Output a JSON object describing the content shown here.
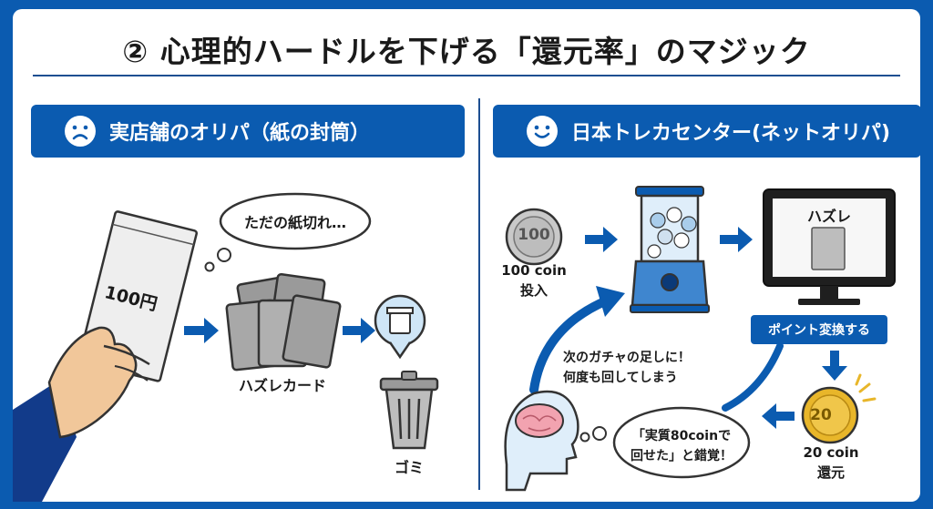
{
  "title": "② 心理的ハードルを下げる「還元率」のマジック",
  "left": {
    "heading": "実店舗のオリパ（紙の封筒）",
    "envelope_label": "100円",
    "thought": "ただの紙切れ…",
    "cards_label": "ハズレカード",
    "trash_label": "ゴミ"
  },
  "right": {
    "heading": "日本トレカセンター(ネットオリパ)",
    "coin_value": "100",
    "coin_label_line1": "100 coin",
    "coin_label_line2": "投入",
    "screen_label": "ハズレ",
    "convert_button": "ポイント変換する",
    "reward_coin_value": "20",
    "reward_label_line1": "20 coin",
    "reward_label_line2": "還元",
    "motivation_line1": "次のガチャの足しに！",
    "motivation_line2": "何度も回してしまう",
    "illusion_line1": "「実質80coinで",
    "illusion_line2": "回せた」と錯覚！"
  },
  "colors": {
    "brand_blue": "#0b5bb0",
    "gold": "#e8b62a",
    "silver": "#b8b8b8"
  }
}
